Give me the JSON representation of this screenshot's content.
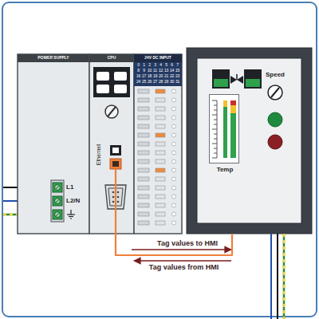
{
  "diagram": {
    "nodes": [
      {
        "text": [
          "POWER SUPPLY"
        ]
      },
      {
        "text": [
          "CPU",
          "Ethernet"
        ]
      },
      {
        "text": [
          "24V DC INPUT"
        ]
      },
      {
        "text": [
          "Speed"
        ]
      },
      {
        "text": [
          "Temp"
        ],
        "in": 3
      }
    ],
    "edges": [
      {
        "from": 1,
        "to": 3,
        "arrow": "none"
      }
    ],
    "labels": [
      "L1",
      "L2/N",
      "0",
      "1",
      "2",
      "3",
      "4",
      "5",
      "6",
      "7",
      "8",
      "9",
      "10",
      "11",
      "12",
      "13",
      "14",
      "15",
      "16",
      "17",
      "18",
      "19",
      "20",
      "21",
      "22",
      "23",
      "24",
      "25",
      "26",
      "27",
      "28",
      "29",
      "30",
      "31",
      "Tag values to HMI",
      "Tag values from HMI"
    ]
  }
}
